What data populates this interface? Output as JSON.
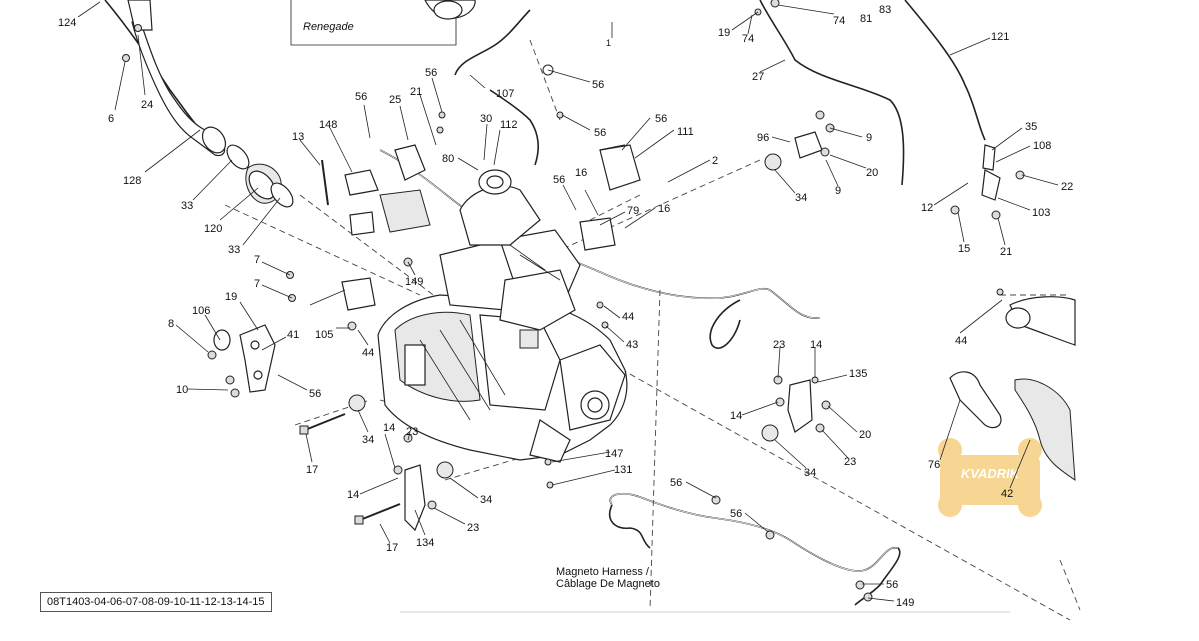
{
  "inset": {
    "title": "Renegade"
  },
  "reference_code": "08T1403-04-06-07-08-09-10-11-12-13-14-15",
  "magneto_harness": {
    "line1": "Magneto Harness /",
    "line2": "Câblage De Magneto"
  },
  "watermark": {
    "brand": "KVADRIK"
  },
  "callouts": [
    "124",
    "6",
    "24",
    "128",
    "33",
    "120",
    "33",
    "13",
    "148",
    "56",
    "25",
    "21",
    "56",
    "30",
    "112",
    "80",
    "107",
    "56",
    "56",
    "56",
    "111",
    "2",
    "16",
    "79",
    "16",
    "56",
    "1",
    "19",
    "74",
    "74",
    "81",
    "83",
    "27",
    "121",
    "96",
    "9",
    "20",
    "9",
    "34",
    "35",
    "108",
    "22",
    "12",
    "103",
    "15",
    "21",
    "7",
    "7",
    "149",
    "105",
    "44",
    "106",
    "8",
    "19",
    "41",
    "10",
    "56",
    "17",
    "34",
    "44",
    "43",
    "23",
    "14",
    "135",
    "14",
    "20",
    "23",
    "34",
    "14",
    "23",
    "147",
    "131",
    "34",
    "14",
    "23",
    "134",
    "17",
    "56",
    "56",
    "56",
    "149",
    "44",
    "76",
    "42"
  ]
}
